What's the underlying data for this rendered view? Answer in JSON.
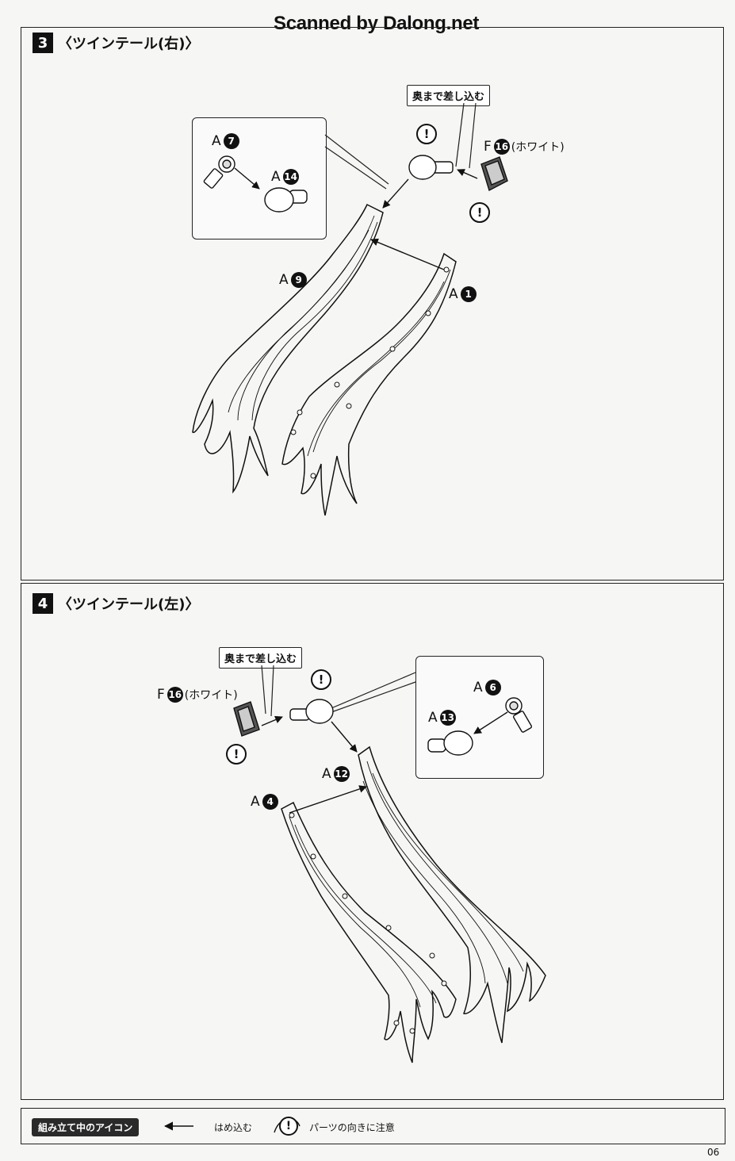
{
  "watermark": "Scanned by Dalong.net",
  "step3": {
    "number": "3",
    "title": "〈ツインテール(右)〉",
    "callout": "奥まで差し込む",
    "parts": {
      "a7": {
        "letter": "A",
        "num": "7"
      },
      "a14": {
        "letter": "A",
        "num": "14"
      },
      "a9": {
        "letter": "A",
        "num": "9"
      },
      "a1": {
        "letter": "A",
        "num": "1"
      },
      "f16": {
        "letter": "F",
        "num": "16",
        "note": "(ホワイト)"
      }
    }
  },
  "step4": {
    "number": "4",
    "title": "〈ツインテール(左)〉",
    "callout": "奥まで差し込む",
    "parts": {
      "a6": {
        "letter": "A",
        "num": "6"
      },
      "a13": {
        "letter": "A",
        "num": "13"
      },
      "a12": {
        "letter": "A",
        "num": "12"
      },
      "a4": {
        "letter": "A",
        "num": "4"
      },
      "f16": {
        "letter": "F",
        "num": "16",
        "note": "(ホワイト)"
      }
    }
  },
  "legend": {
    "title": "組み立て中のアイコン",
    "insert_label": "はめ込む",
    "caution_symbol": "!",
    "caution_label": "パーツの向きに注意"
  },
  "page_number": "06",
  "icons": {
    "caution": "caution-icon",
    "arrow": "arrow-icon",
    "ball_joint": "ball-joint-icon",
    "hair_part": "twintail-hair-part"
  }
}
